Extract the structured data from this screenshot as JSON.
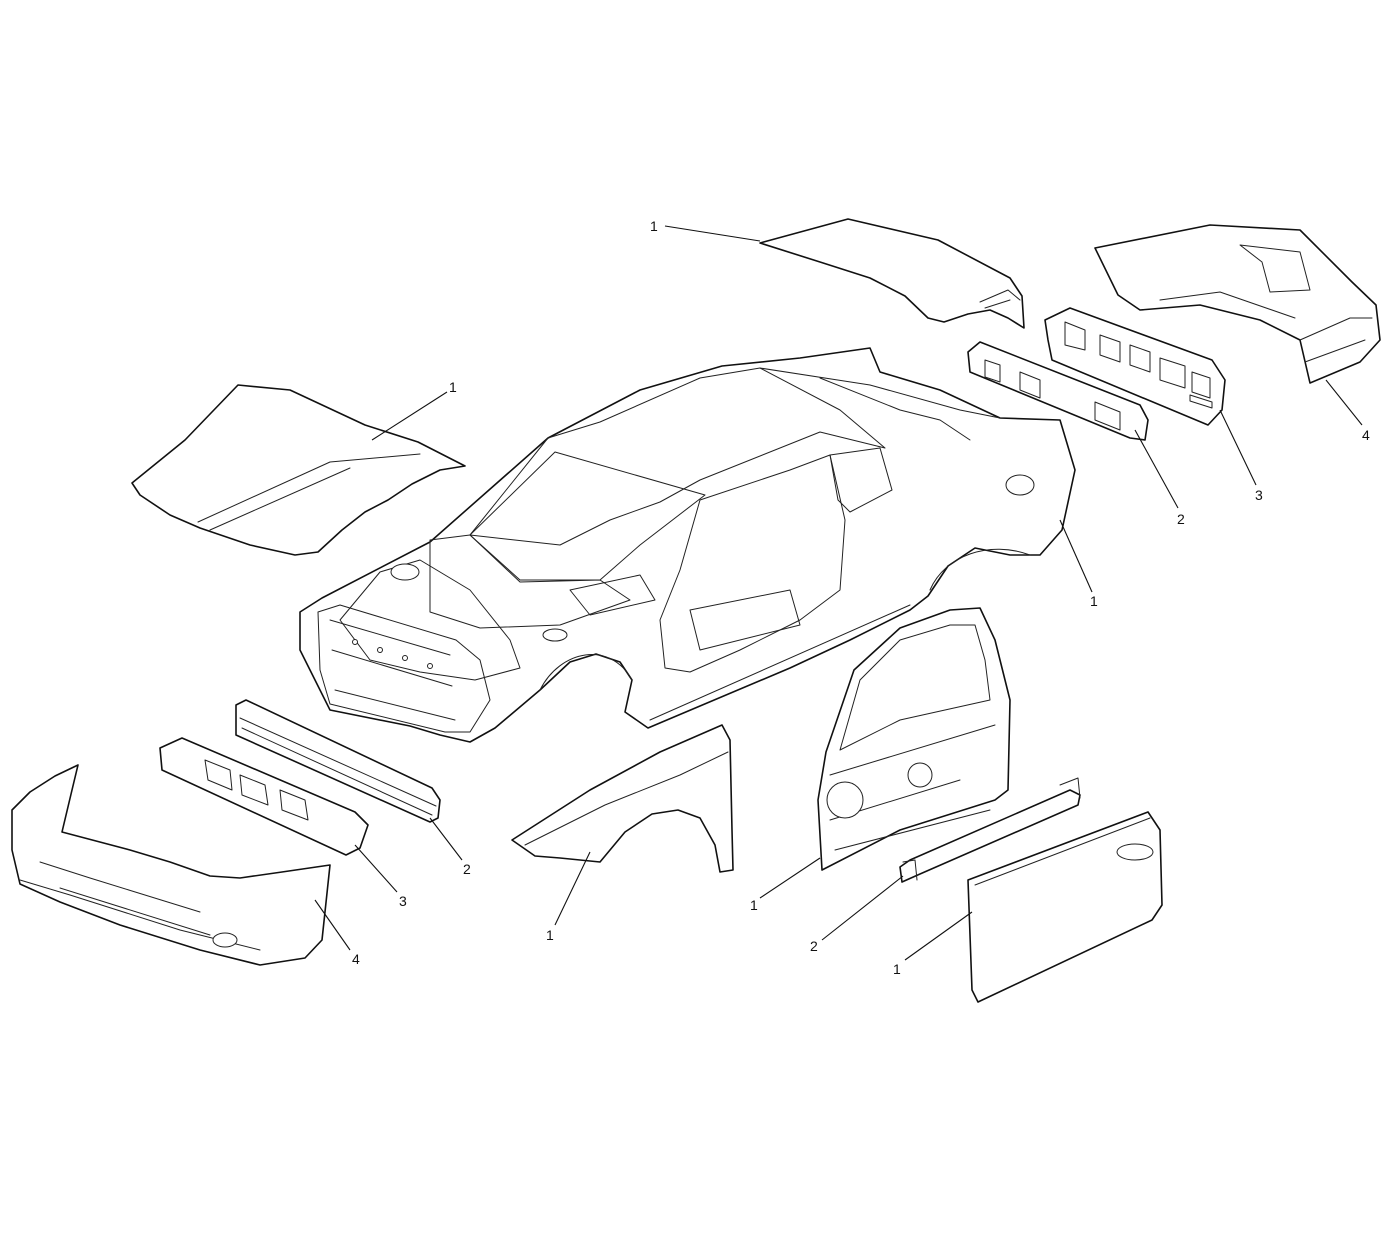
{
  "callouts": {
    "trunk_lid": "1",
    "rear_bumper_fascia": "4",
    "rear_energy_absorber": "3",
    "rear_impact_bar": "2",
    "rear_quarter_panel": "1",
    "hood": "1",
    "front_fender": "1",
    "door_frame": "1",
    "door_impact_beam": "2",
    "door_outer_panel": "1",
    "front_impact_bar": "2",
    "front_energy_absorber": "3",
    "front_bumper_fascia": "4"
  }
}
